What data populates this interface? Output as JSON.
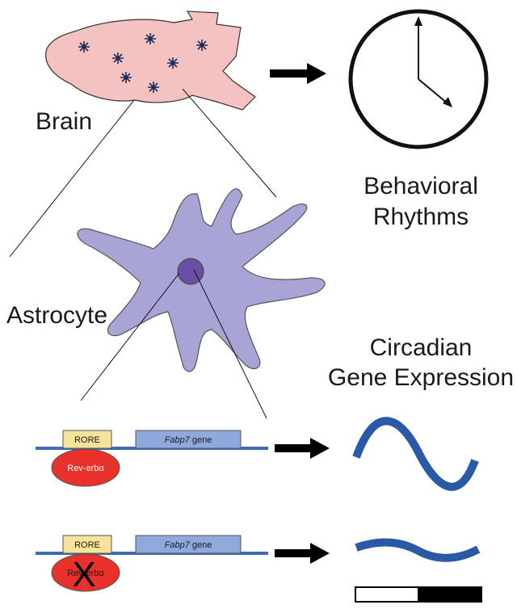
{
  "labels": {
    "brain": "Brain",
    "astrocyte": "Astrocyte",
    "behavioral_line1": "Behavioral",
    "behavioral_line2": "Rhythms",
    "circadian_line1": "Circadian",
    "circadian_line2": "Gene Expression"
  },
  "construct_top": {
    "element": "RORE",
    "gene_name": "Fabp7",
    "gene_suffix": " gene",
    "repressor": "Rev-erbα"
  },
  "construct_bottom": {
    "element": "RORE",
    "gene_name": "Fabp7",
    "gene_suffix": " gene",
    "repressor": "Rev-erbα",
    "knockout_mark": "X"
  },
  "colors": {
    "brain_fill": "#f5c2c2",
    "astrocyte_fill": "#a8a4d6",
    "nucleus_fill": "#6a4fa3",
    "rore_fill": "#f7e49a",
    "gene_fill": "#8fa9dc",
    "dna_line": "#3f6db5",
    "repressor_fill": "#e8312a",
    "wave": "#2a5aa6",
    "arrow": "#000000"
  },
  "icons": {
    "clock": "clock-icon",
    "arrow": "right-arrow-icon",
    "neuron": "neuron-icon"
  }
}
